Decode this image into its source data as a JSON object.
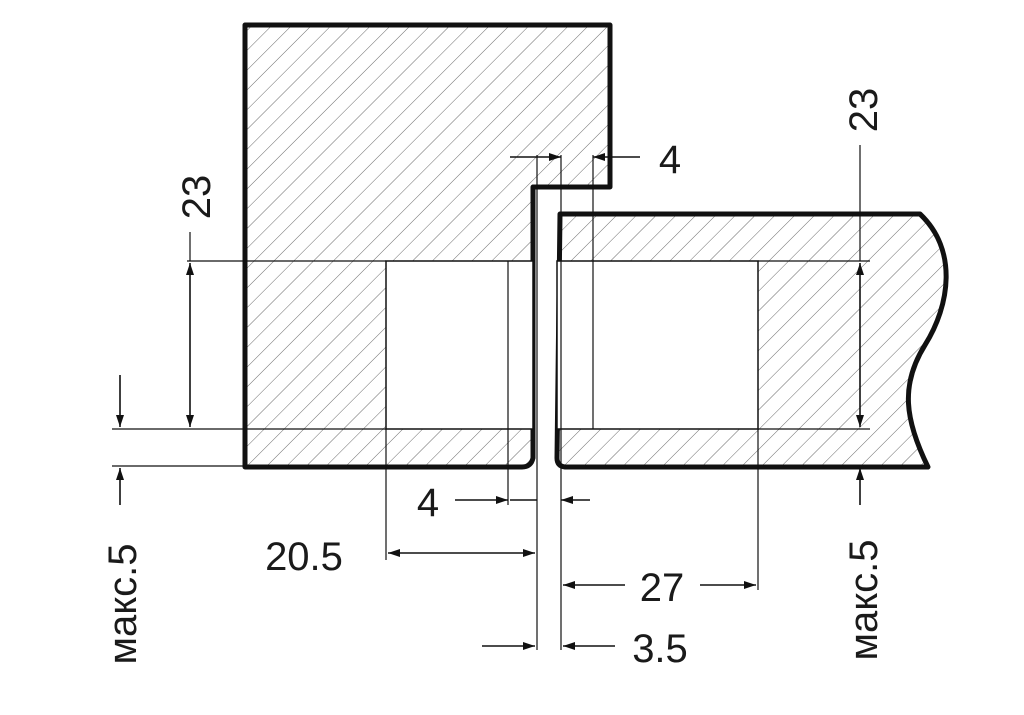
{
  "colors": {
    "line": "#111111",
    "hatch": "#6b6b6b",
    "background": "#ffffff"
  },
  "dimensions": {
    "depth_left": "23",
    "depth_right": "23",
    "offset_top": "4",
    "offset_bottom": "4",
    "distance_left": "20.5",
    "distance_right": "27",
    "gap": "3.5",
    "max_left": "макс.5",
    "max_right": "макс.5"
  }
}
